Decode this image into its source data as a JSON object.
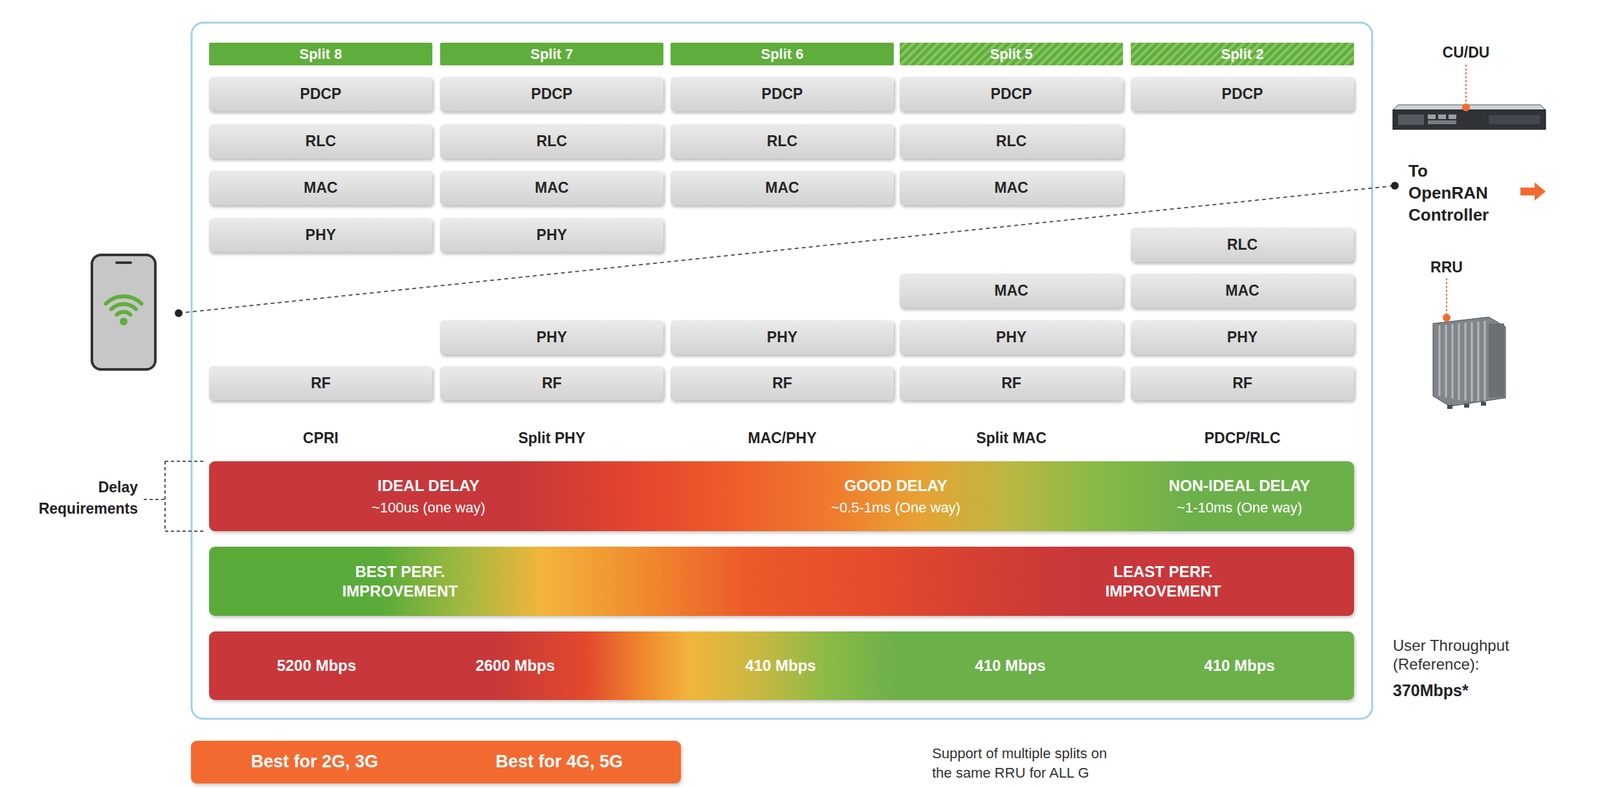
{
  "diagram": {
    "nodes": [
      {
        "text": [
          "Split 8"
        ]
      },
      {
        "text": [
          "Split 7"
        ]
      },
      {
        "text": [
          "Split 6"
        ]
      },
      {
        "text": [
          "Split 5"
        ]
      },
      {
        "text": [
          "Split 2"
        ]
      },
      {
        "text": [
          "PDCP"
        ]
      },
      {
        "text": [
          "PDCP"
        ]
      },
      {
        "text": [
          "PDCP"
        ]
      },
      {
        "text": [
          "PDCP"
        ]
      },
      {
        "text": [
          "PDCP"
        ]
      },
      {
        "text": [
          "RLC"
        ]
      },
      {
        "text": [
          "RLC"
        ]
      },
      {
        "text": [
          "RLC"
        ]
      },
      {
        "text": [
          "RLC"
        ]
      },
      {
        "text": [
          "MAC"
        ]
      },
      {
        "text": [
          "MAC"
        ]
      },
      {
        "text": [
          "MAC"
        ]
      },
      {
        "text": [
          "MAC"
        ]
      },
      {
        "text": [
          "PHY"
        ]
      },
      {
        "text": [
          "PHY"
        ]
      },
      {
        "text": [
          "RLC"
        ]
      },
      {
        "text": [
          "MAC"
        ]
      },
      {
        "text": [
          "MAC"
        ]
      },
      {
        "text": [
          "PHY"
        ]
      },
      {
        "text": [
          "PHY"
        ]
      },
      {
        "text": [
          "PHY"
        ]
      },
      {
        "text": [
          "PHY"
        ]
      },
      {
        "text": [
          "RF"
        ]
      },
      {
        "text": [
          "RF"
        ]
      },
      {
        "text": [
          "RF"
        ]
      },
      {
        "text": [
          "RF"
        ]
      },
      {
        "text": [
          "RF"
        ]
      },
      {
        "text": [
          "IDEAL DELAY",
          "~100us (one way)",
          "GOOD DELAY",
          "~0.5-1ms (One way)",
          "NON-IDEAL DELAY",
          "~1-10ms (One way)"
        ]
      },
      {
        "text": [
          "BEST PERF. IMPROVEMENT",
          "LEAST PERF. IMPROVEMENT"
        ]
      },
      {
        "text": [
          "5200 Mbps",
          "2600 Mbps",
          "410 Mbps",
          "410 Mbps",
          "410 Mbps"
        ]
      },
      {
        "text": [
          "Best for 2G, 3G",
          "Best for 4G, 5G"
        ]
      }
    ],
    "labels": [
      "CU/DU",
      "To OpenRAN Controller",
      "RRU",
      "CPRI",
      "Split PHY",
      "MAC/PHY",
      "Split MAC",
      "PDCP/RLC",
      "Delay Requirements",
      "User Throughput (Reference):",
      "370Mbps*",
      "Support of multiple splits on the same RRU for ALL G"
    ]
  }
}
